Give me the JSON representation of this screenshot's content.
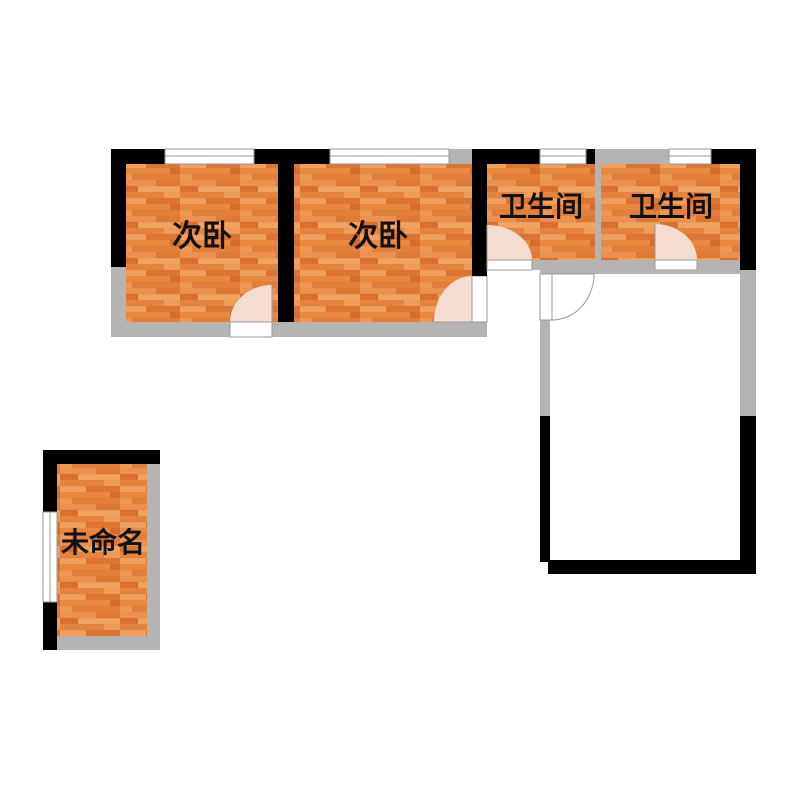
{
  "rooms": [
    {
      "label": "次卧",
      "floor": "wood"
    },
    {
      "label": "次卧",
      "floor": "wood"
    },
    {
      "label": "卫生间",
      "floor": "wood"
    },
    {
      "label": "卫生间",
      "floor": "wood"
    },
    {
      "label": "未命名",
      "floor": "wood"
    },
    {
      "label": "",
      "floor": "none"
    }
  ],
  "colors": {
    "wall_solid": "#000000",
    "wall_light": "#b4b4b4",
    "floor_base": "#e98a45",
    "floor_dark": "#d9702f",
    "floor_light": "#f1a362",
    "door_leaf": "#f4dcd0",
    "window_frame": "#9a9a9a",
    "background": "#ffffff"
  }
}
